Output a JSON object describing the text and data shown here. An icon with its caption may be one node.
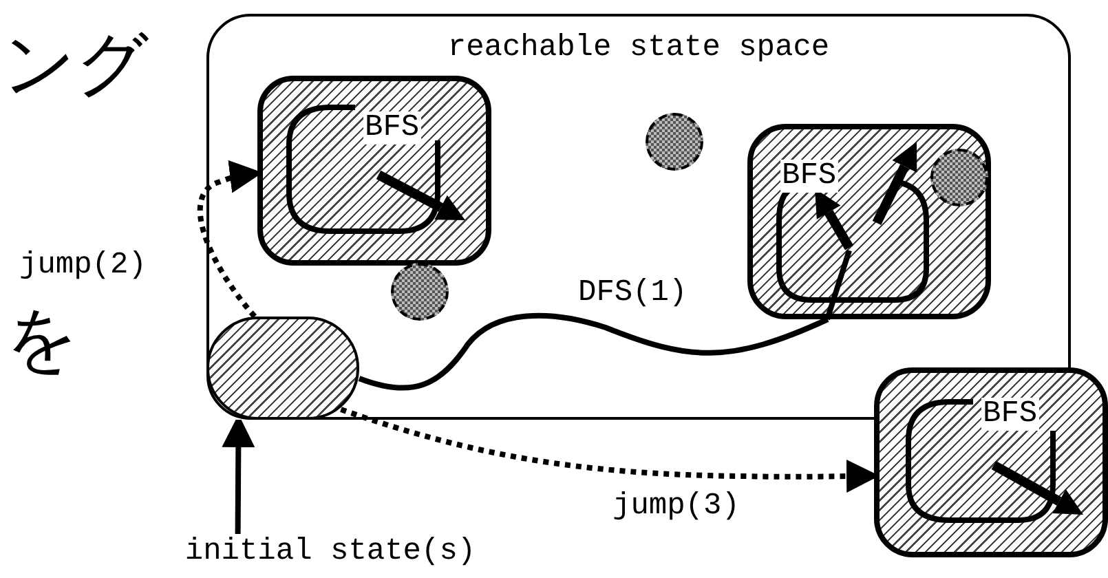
{
  "diagram": {
    "nodes": [
      {
        "text": [
          "reachable state space"
        ]
      },
      {
        "text": [
          "BFS"
        ],
        "in": 0
      },
      {
        "text": [
          "BFS"
        ],
        "in": 0
      },
      {
        "text": [],
        "shape": "box",
        "in": 0
      },
      {
        "text": [
          "initial state(s)"
        ]
      },
      {
        "text": [
          "BFS"
        ]
      },
      {
        "text": [],
        "shape": "circle",
        "in": 0
      },
      {
        "text": [],
        "shape": "circle",
        "in": 0
      },
      {
        "text": [],
        "shape": "circle",
        "in": 2
      }
    ],
    "edges": [
      {
        "from": 3,
        "to": 1,
        "arrow": "to",
        "label": "jump(2)",
        "style": "dashed"
      },
      {
        "from": 3,
        "to": 2,
        "arrow": "none",
        "label": "DFS(1)"
      },
      {
        "from": 3,
        "to": 5,
        "arrow": "to",
        "label": "jump(3)",
        "style": "dashed"
      },
      {
        "from": 4,
        "to": 3,
        "arrow": "to"
      }
    ],
    "labels": [
      "ング",
      "を"
    ]
  }
}
